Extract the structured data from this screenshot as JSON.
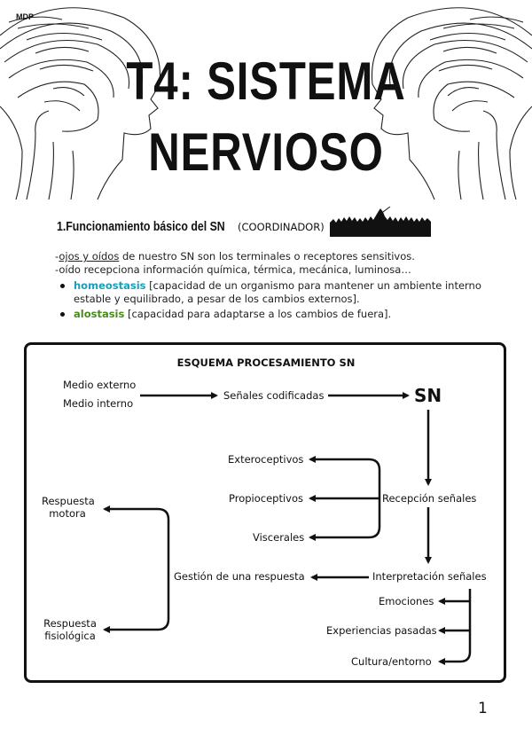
{
  "logo": "MDP",
  "title": "T4: SISTEMA NERVIOSO",
  "section": {
    "title": "1.Funcionamiento básico del SN",
    "subtitle": "(COORDINADOR)"
  },
  "paragraphs": {
    "line1_underlined": "ojos y oídos",
    "line1_rest": " de nuestro SN son los terminales o receptores sensitivos.",
    "line1_prefix": "-",
    "line2": "-oído recepciona información química, térmica, mecánica, luminosa…"
  },
  "bullets": [
    {
      "term": "homeostasis",
      "text": " [capacidad de un organismo para mantener un ambiente interno",
      "cont": "estable y equilibrado, a pesar de los cambios externos]."
    },
    {
      "term": "alostasis",
      "text": " [capacidad para adaptarse a los cambios de fuera]."
    }
  ],
  "diagram": {
    "title": "ESQUEMA PROCESAMIENTO SN",
    "medio_externo": "Medio externo",
    "medio_interno": "Medio interno",
    "senales_codificadas": "Señales codificadas",
    "sn": "SN",
    "exteroceptivos": "Exteroceptivos",
    "propioceptivos": "Propioceptivos",
    "viscerales": "Viscerales",
    "recepcion": "Recepción señales",
    "respuesta_motora_1": "Respuesta",
    "respuesta_motora_2": "motora",
    "gestion": "Gestión de una respuesta",
    "interpretacion": "Interpretación señales",
    "respuesta_fisio_1": "Respuesta",
    "respuesta_fisio_2": "fisiológica",
    "emociones": "Emociones",
    "experiencias": "Experiencias pasadas",
    "cultura": "Cultura/entorno"
  },
  "page_number": "1"
}
